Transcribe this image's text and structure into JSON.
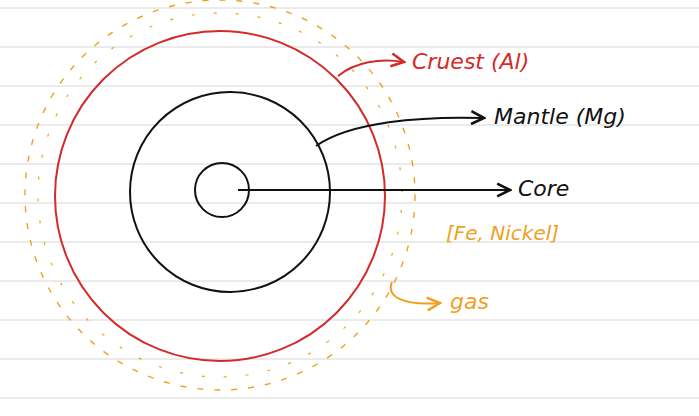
{
  "diagram": {
    "labels": [
      "Cruest (Al)",
      "Mantle (Mg)",
      "Core",
      "[Fe, Nickel]",
      "gas"
    ]
  }
}
